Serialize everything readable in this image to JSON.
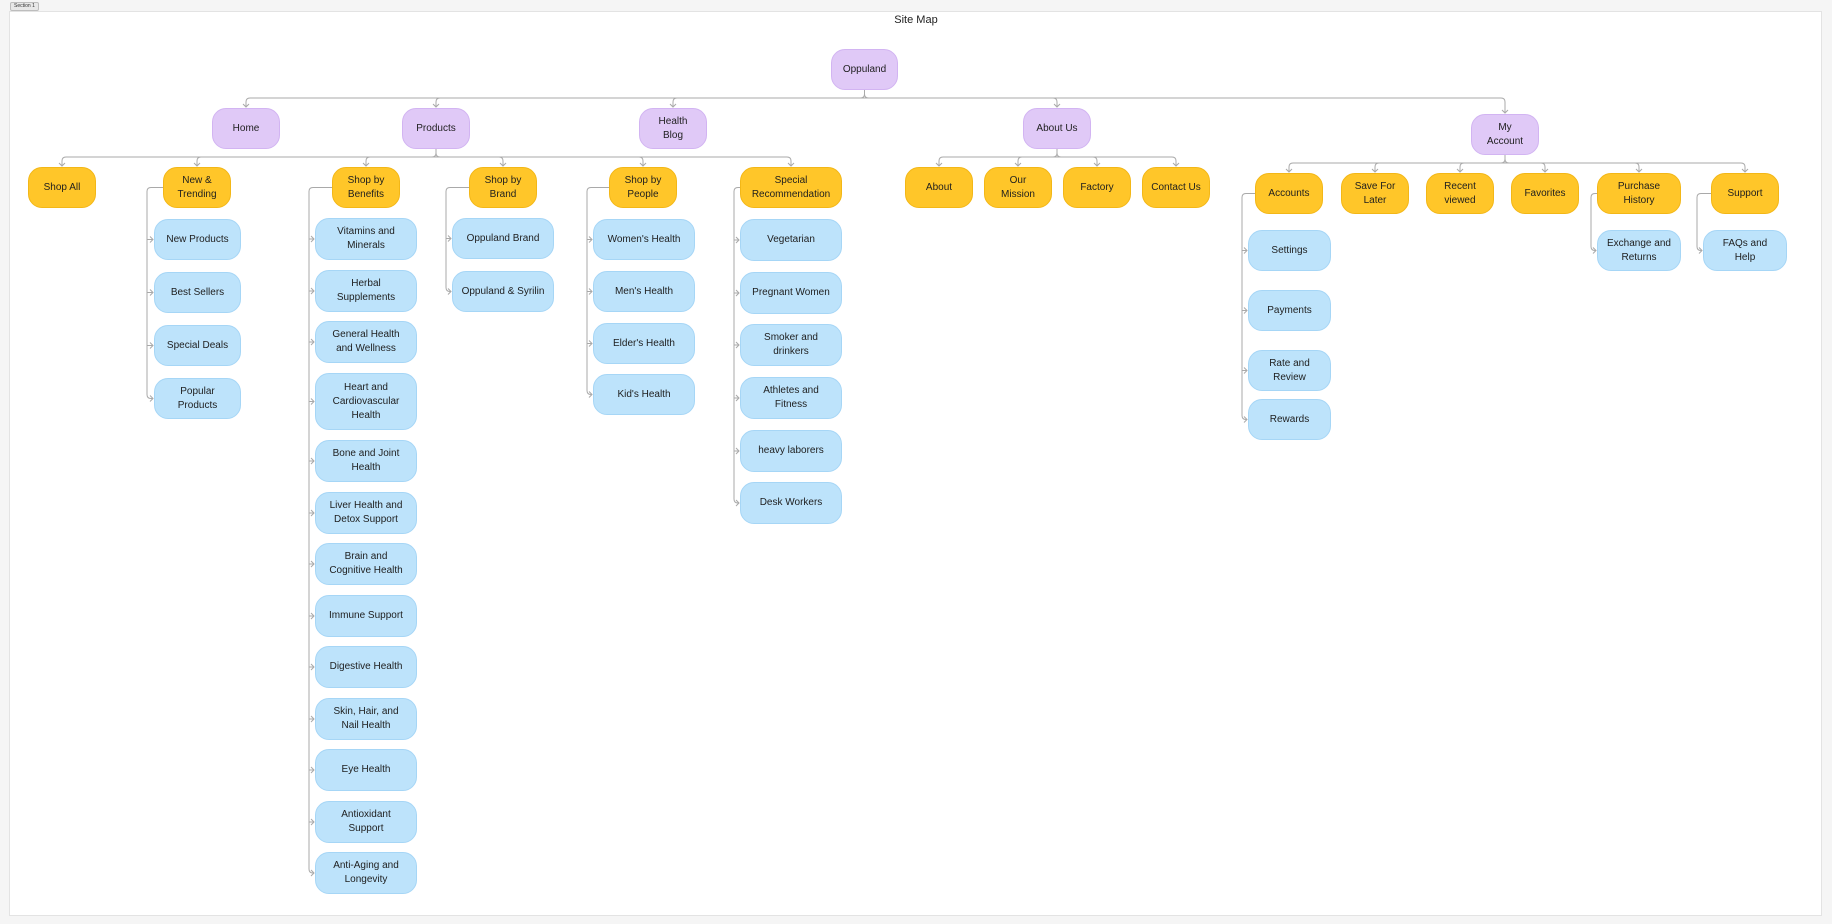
{
  "section_label": "Section 1",
  "title": "Site Map",
  "colors": {
    "top_level": "#e0c9f7",
    "category": "#ffc629",
    "page": "#bde3fb",
    "connector": "#a9a9a9"
  },
  "nodes": {
    "root": "Oppuland",
    "home": "Home",
    "products": "Products",
    "health_blog": "Health Blog",
    "about_us": "About Us",
    "my_account": "My Account",
    "shop_all": "Shop All",
    "new_trending": "New & Trending",
    "shop_benefits": "Shop by Benefits",
    "shop_brand": "Shop by Brand",
    "shop_people": "Shop by People",
    "special_rec": "Special Recommendation",
    "new_products": "New Products",
    "best_sellers": "Best Sellers",
    "special_deals": "Special Deals",
    "popular_products": "Popular Products",
    "vitamins": "Vitamins and Minerals",
    "herbal": "Herbal Supplements",
    "general_health": "General Health and Wellness",
    "heart": "Heart and Cardiovascular Health",
    "bone": "Bone and Joint Health",
    "liver": "Liver Health and Detox Support",
    "brain": "Brain and Cognitive Health",
    "immune": "Immune Support",
    "digestive": "Digestive Health",
    "skin": "Skin, Hair, and Nail Health",
    "eye": "Eye Health",
    "antioxidant": "Antioxidant Support",
    "anti_aging": "Anti-Aging and Longevity",
    "oppuland_brand": "Oppuland Brand",
    "oppuland_syrilin": "Oppuland & Syrilin",
    "womens": "Women's Health",
    "mens": "Men's Health",
    "elders": "Elder's Health",
    "kids": "Kid's Health",
    "vegetarian": "Vegetarian",
    "pregnant": "Pregnant Women",
    "smoker": "Smoker and drinkers",
    "athletes": "Athletes and Fitness",
    "heavy": "heavy laborers",
    "desk": "Desk Workers",
    "about": "About",
    "mission": "Our Mission",
    "factory": "Factory",
    "contact": "Contact Us",
    "accounts": "Accounts",
    "save_later": "Save For Later",
    "recent": "Recent viewed",
    "favorites": "Favorites",
    "purchase": "Purchase History",
    "support": "Support",
    "settings": "Settings",
    "payments": "Payments",
    "rate_review": "Rate and Review",
    "rewards": "Rewards",
    "exchange": "Exchange and Returns",
    "faqs": "FAQs and Help"
  }
}
